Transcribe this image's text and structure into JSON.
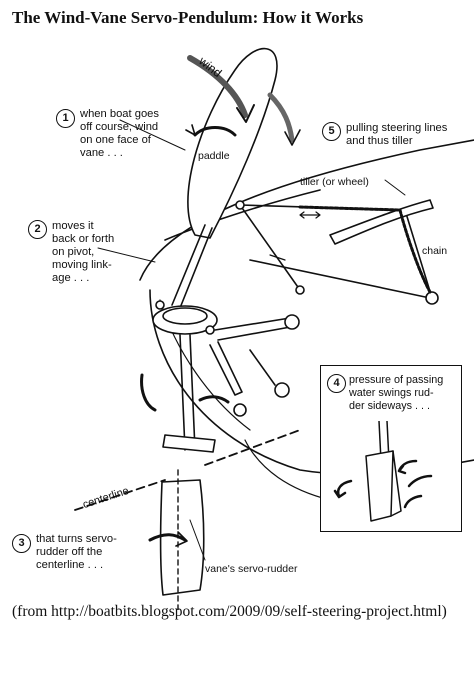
{
  "title": "The Wind-Vane Servo-Pendulum: How it Works",
  "labels": {
    "wind": "wind",
    "paddle": "paddle",
    "tiller": "tiller (or wheel)",
    "chain": "chain",
    "centerline": "centerline",
    "servo_rudder": "vane's servo-rudder"
  },
  "steps": [
    {
      "num": "1",
      "lines": [
        "when boat goes",
        "off course, wind",
        "on one face of",
        "vane . . ."
      ]
    },
    {
      "num": "2",
      "lines": [
        "moves it",
        "back or forth",
        "on pivot,",
        "moving link-",
        "age . . ."
      ]
    },
    {
      "num": "3",
      "lines": [
        "that turns servo-",
        "rudder off the",
        "centerline . . ."
      ]
    },
    {
      "num": "4",
      "lines": [
        "pressure of passing",
        "water swings rud-",
        "der sideways . . ."
      ]
    },
    {
      "num": "5",
      "lines": [
        "pulling steering lines",
        "and thus tiller"
      ]
    }
  ],
  "source": "(from http://boatbits.blogspot.com/2009/09/self-steering-project.html)"
}
